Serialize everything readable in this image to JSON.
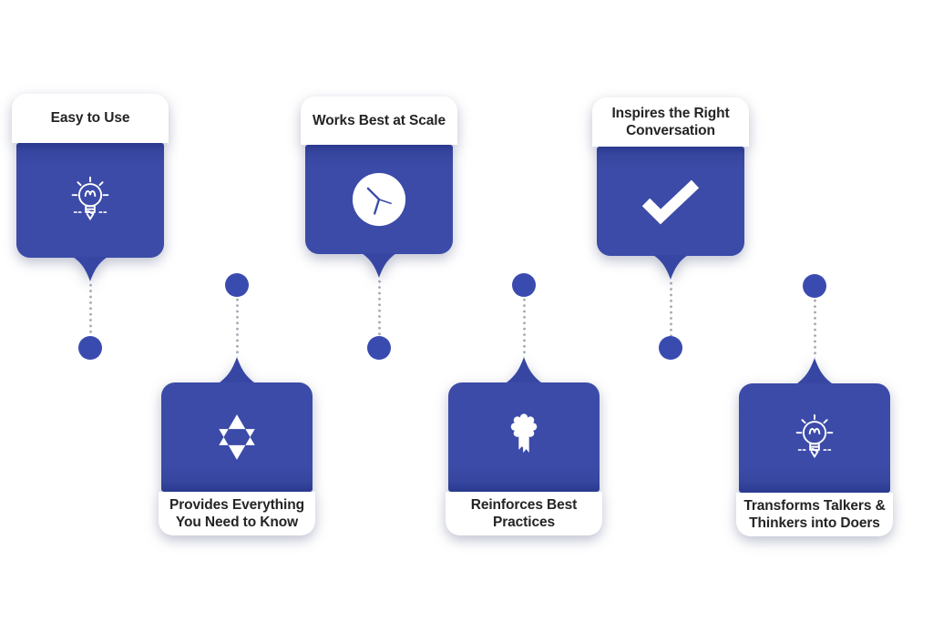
{
  "colors": {
    "card_blue": "#3c4ba8",
    "card_blue_dark": "#2b3a8f",
    "connector_blue": "#3a4bb0",
    "dot_gray": "#a8abb5",
    "label_text": "#242424",
    "card_bg": "#ffffff",
    "page_bg": "#ffffff",
    "icon_white": "#ffffff"
  },
  "cards": [
    {
      "id": "easy-to-use",
      "row": "top",
      "title_line1": "Easy to Use",
      "title_line2": "",
      "icon": "lightbulb-icon"
    },
    {
      "id": "works-best-at-scale",
      "row": "top",
      "title_line1": "Works Best at Scale",
      "title_line2": "",
      "icon": "clock-icon"
    },
    {
      "id": "inspires-the-right-conversation",
      "row": "top",
      "title_line1": "Inspires the Right",
      "title_line2": "Conversation",
      "icon": "checkmark-icon"
    },
    {
      "id": "provides-everything-you-need-to-know",
      "row": "bottom",
      "title_line1": "Provides Everything",
      "title_line2": "You Need to Know",
      "icon": "star-of-david-icon"
    },
    {
      "id": "reinforces-best-practices",
      "row": "bottom",
      "title_line1": "Reinforces Best",
      "title_line2": "Practices",
      "icon": "award-ribbon-icon"
    },
    {
      "id": "transforms-talkers-thinkers-into-doers",
      "row": "bottom",
      "title_line1": "Transforms Talkers &",
      "title_line2": "Thinkers into Doers",
      "icon": "lightbulb-icon"
    }
  ]
}
